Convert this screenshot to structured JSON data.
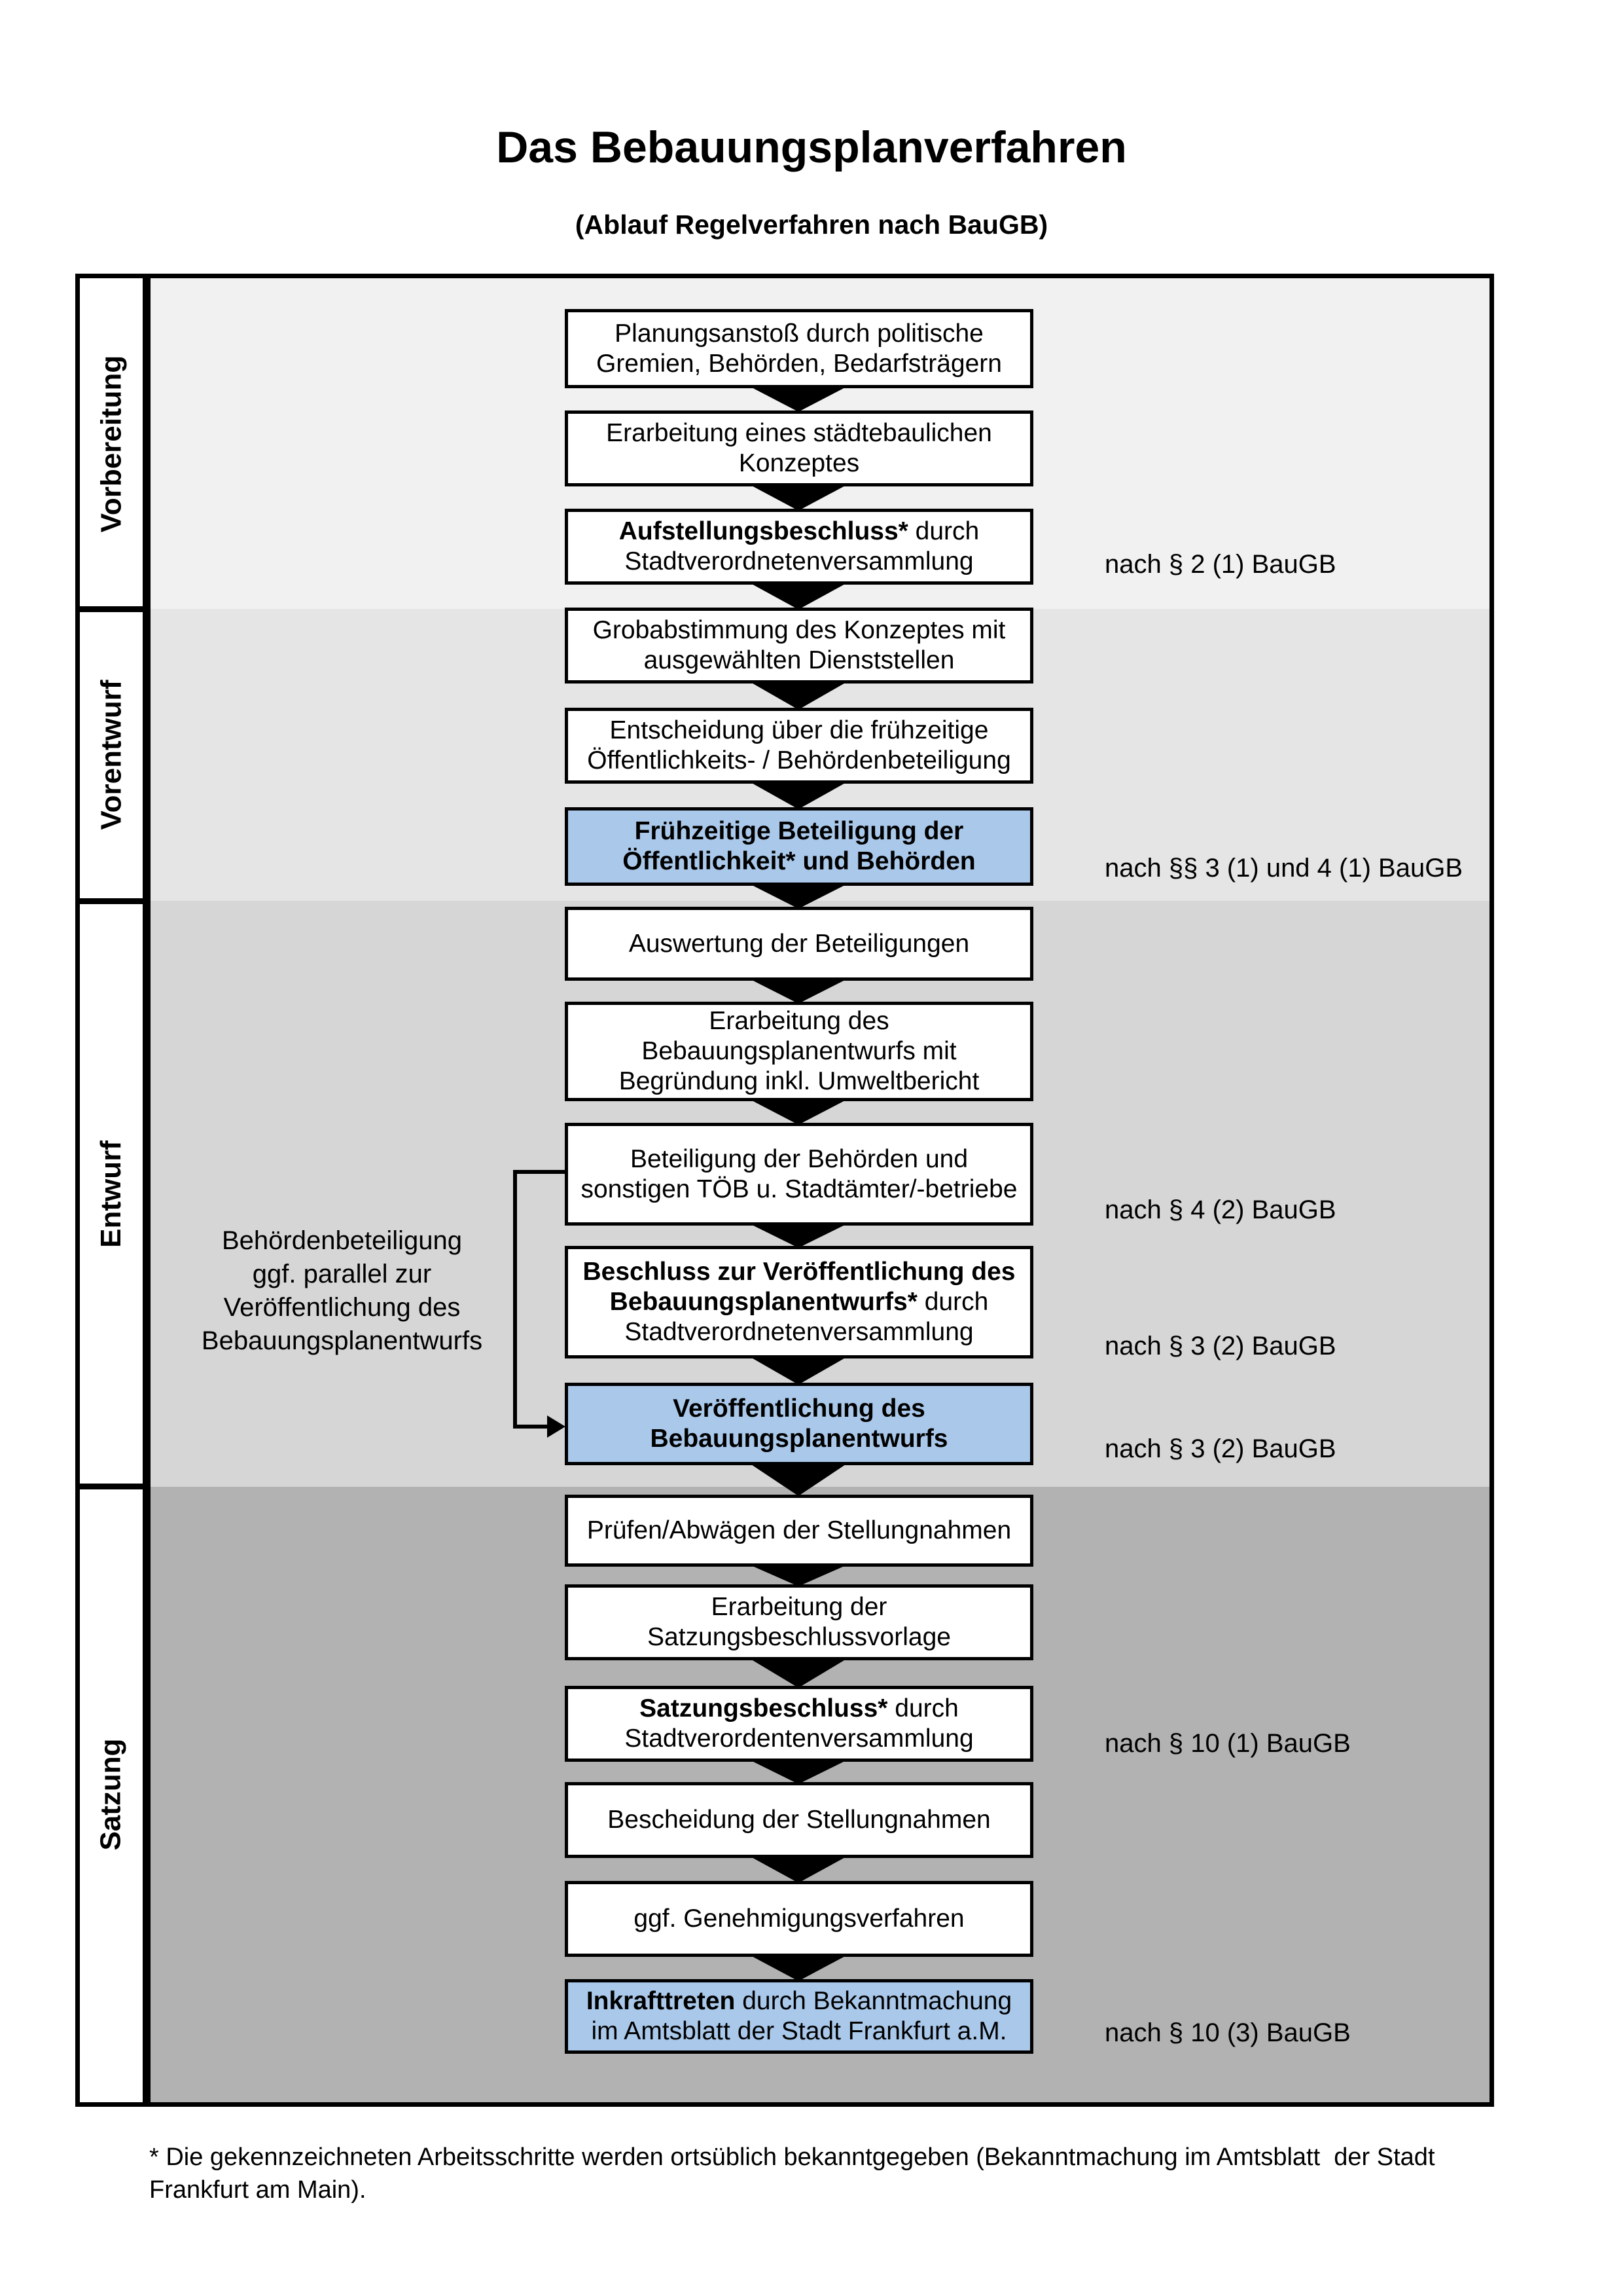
{
  "title": "Das Bebauungsplanverfahren",
  "subtitle": "(Ablauf Regelverfahren nach BauGB)",
  "colors": {
    "highlight_box": "#a9c8ea",
    "phase_bands": [
      "#f1f1f1",
      "#e5e5e5",
      "#d6d6d6",
      "#b2b2b2"
    ],
    "box_border": "#000000"
  },
  "phases": [
    {
      "label": "Vorbereitung"
    },
    {
      "label": "Vorentwurf"
    },
    {
      "label": "Entwurf"
    },
    {
      "label": "Satzung"
    }
  ],
  "flow": {
    "boxes": [
      {
        "bold": "",
        "text": "Planungsanstoß durch politische\nGremien, Behörden, Bedarfsträgern"
      },
      {
        "bold": "",
        "text": "Erarbeitung eines städtebaulichen\nKonzeptes"
      },
      {
        "bold": "Aufstellungsbeschluss*",
        "text": " durch\nStadtverordnetenversammlung"
      },
      {
        "bold": "",
        "text": "Grobabstimmung des Konzeptes mit\nausgewählten Dienststellen"
      },
      {
        "bold": "",
        "text": "Entscheidung über die frühzeitige\nÖffentlichkeits- / Behördenbeteiligung"
      },
      {
        "bold": "Frühzeitige Beteiligung der\nÖffentlichkeit* und Behörden",
        "text": ""
      },
      {
        "bold": "",
        "text": "Auswertung der Beteiligungen"
      },
      {
        "bold": "",
        "text": "Erarbeitung des\nBebauungsplanentwurfs mit\nBegründung inkl. Umweltbericht"
      },
      {
        "bold": "",
        "text": "Beteiligung der Behörden und\nsonstigen TÖB u. Stadtämter/-betriebe"
      },
      {
        "bold": "Beschluss zur Veröffentlichung des\nBebauungsplanentwurfs*",
        "text": " durch\nStadtverordnetenversammlung"
      },
      {
        "bold": "Veröffentlichung des\nBebauungsplanentwurfs",
        "text": ""
      },
      {
        "bold": "",
        "text": "Prüfen/Abwägen der Stellungnahmen"
      },
      {
        "bold": "",
        "text": "Erarbeitung der\nSatzungsbeschlussvorlage"
      },
      {
        "bold": "Satzungsbeschluss*",
        "text": " durch\nStadtverordentenversammlung"
      },
      {
        "bold": "",
        "text": "Bescheidung der Stellungnahmen"
      },
      {
        "bold": "",
        "text": "ggf. Genehmigungsverfahren"
      },
      {
        "bold": "Inkrafttreten",
        "text": " durch Bekanntmachung\nim Amtsblatt der Stadt Frankfurt a.M."
      }
    ],
    "annotations": [
      {
        "text": "nach § 2 (1) BauGB"
      },
      {
        "text": "nach §§ 3 (1) und 4 (1) BauGB"
      },
      {
        "text": "nach § 4 (2) BauGB"
      },
      {
        "text": "nach § 3 (2) BauGB"
      },
      {
        "text": "nach § 3 (2) BauGB"
      },
      {
        "text": "nach § 10 (1) BauGB"
      },
      {
        "text": "nach § 10 (3) BauGB"
      }
    ],
    "side_note": "Behördenbeteiligung\nggf. parallel zur\nVeröffentlichung des\nBebauungsplanentwurfs"
  },
  "footnote": "* Die gekennzeichneten Arbeitsschritte werden ortsüblich bekanntgegeben (Bekanntmachung im Amtsblatt  der Stadt\nFrankfurt am Main)."
}
